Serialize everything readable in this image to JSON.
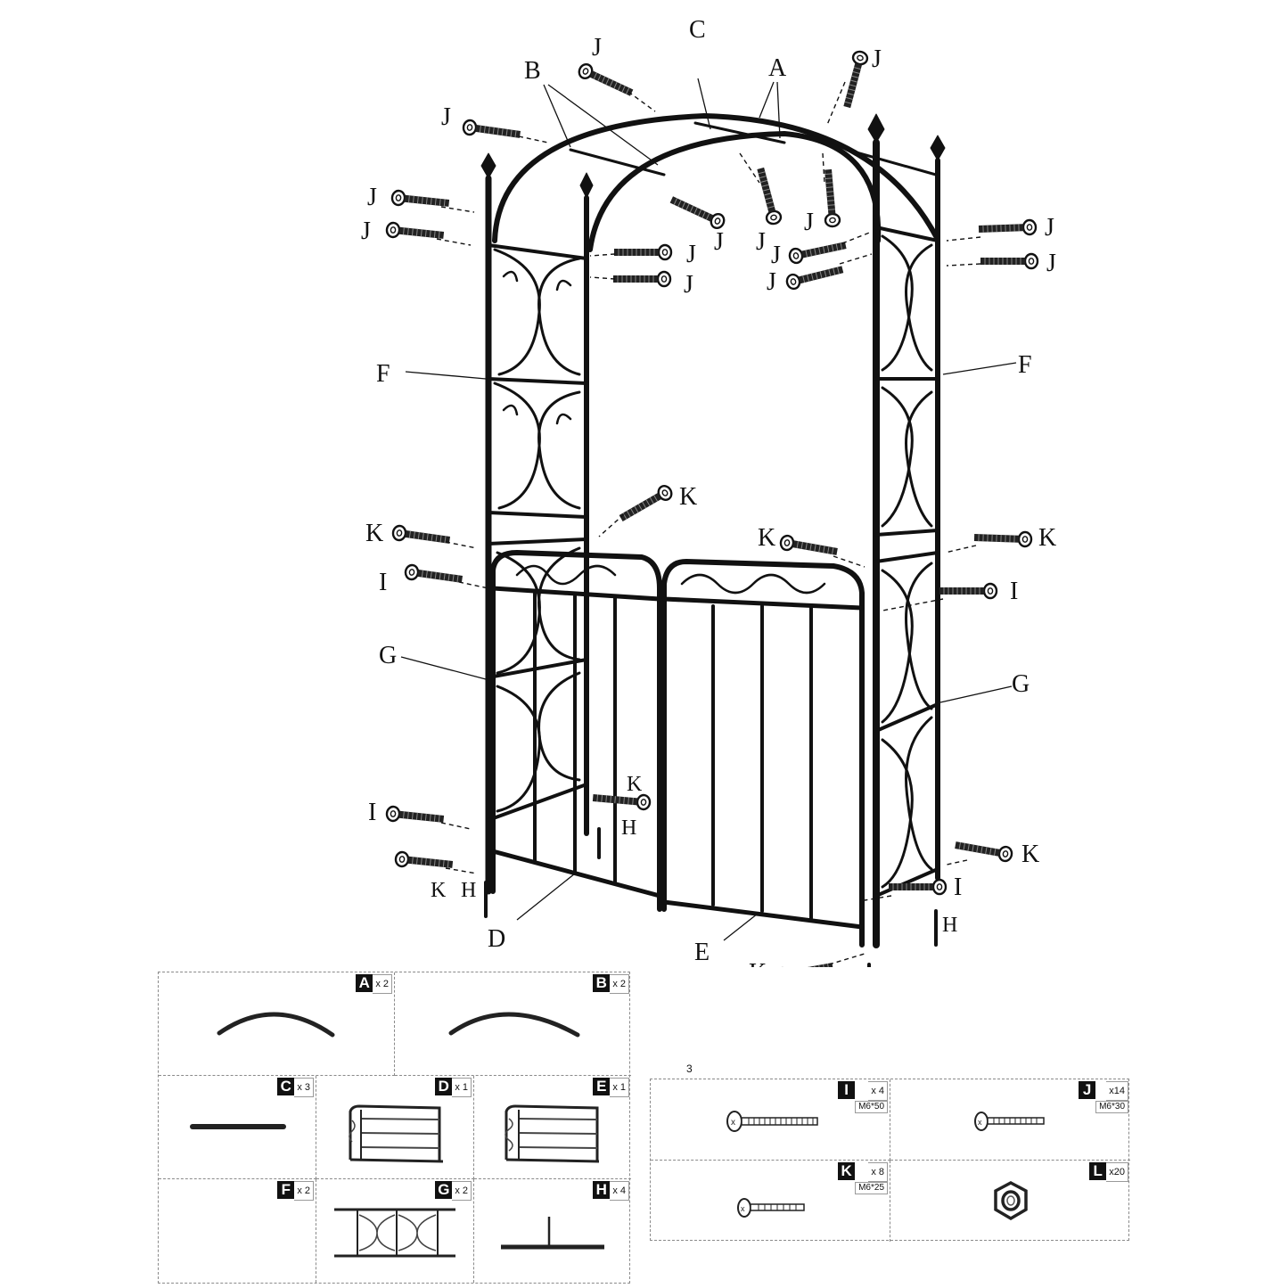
{
  "diagram_labels": {
    "A": "A",
    "B": "B",
    "C": "C",
    "D": "D",
    "E": "E",
    "F": "F",
    "G": "G",
    "H": "H",
    "I": "I",
    "J": "J",
    "K": "K"
  },
  "parts": [
    {
      "letter": "A",
      "qty": "x 2"
    },
    {
      "letter": "B",
      "qty": "x 2"
    },
    {
      "letter": "C",
      "qty": "x 3"
    },
    {
      "letter": "D",
      "qty": "x 1"
    },
    {
      "letter": "E",
      "qty": "x 1"
    },
    {
      "letter": "F",
      "qty": "x 2"
    },
    {
      "letter": "G",
      "qty": "x 2"
    },
    {
      "letter": "H",
      "qty": "x 4"
    }
  ],
  "hardware": [
    {
      "letter": "I",
      "qty": "x 4",
      "spec": "M6*50",
      "icon": "long-bolt-icon"
    },
    {
      "letter": "J",
      "qty": "x14",
      "spec": "M6*30",
      "icon": "bolt-icon"
    },
    {
      "letter": "K",
      "qty": "x 8",
      "spec": "M6*25",
      "icon": "short-bolt-icon"
    },
    {
      "letter": "L",
      "qty": "x20",
      "spec": "",
      "icon": "hex-nut-icon"
    }
  ],
  "stray_mark": "3"
}
